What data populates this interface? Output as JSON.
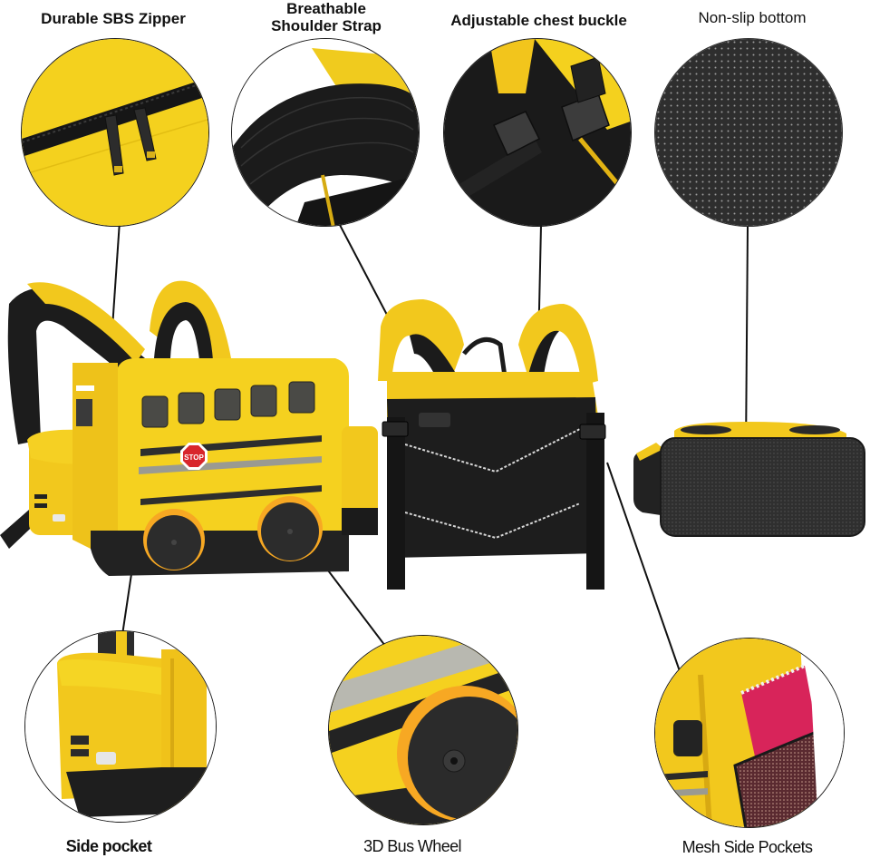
{
  "features": {
    "top": [
      {
        "label": "Durable SBS Zipper"
      },
      {
        "label_line1": "Breathable",
        "label_line2": "Shoulder Strap"
      },
      {
        "label": "Adjustable chest buckle"
      },
      {
        "label": "Non-slip bottom"
      }
    ],
    "bottom": [
      {
        "label": "Side pocket"
      },
      {
        "label": "3D Bus Wheel"
      },
      {
        "label": "Mesh Side Pockets"
      }
    ]
  },
  "product": {
    "stop_sign_text": "STOP"
  },
  "colors": {
    "bus_yellow": "#f6d21c",
    "dark_gray": "#2b2b2b",
    "black": "#111111",
    "wheel_rim_orange": "#f7a823",
    "stop_red": "#d8262c",
    "reflective_gray": "#9a9a92",
    "mesh_pink": "#d8245a"
  }
}
